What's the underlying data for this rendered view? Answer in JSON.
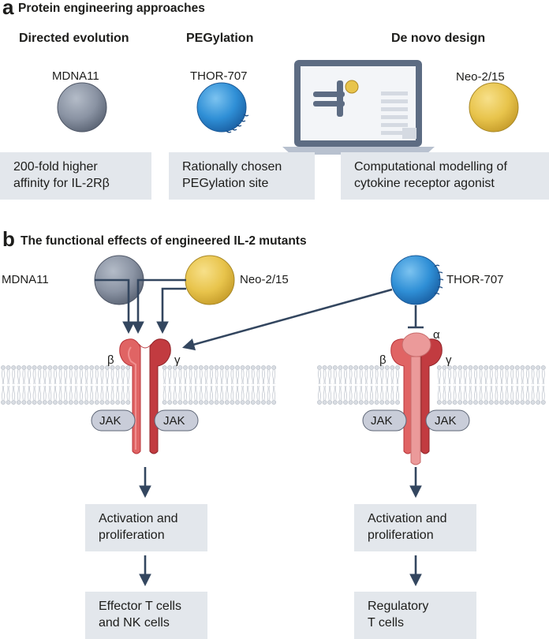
{
  "panel_a": {
    "letter": "a",
    "title": "Protein engineering approaches",
    "col1": {
      "heading": "Directed evolution",
      "label": "MDNA11",
      "box_line1": "200-fold higher",
      "box_line2": "affinity for IL-2Rβ"
    },
    "col2": {
      "heading": "PEGylation",
      "label": "THOR-707",
      "box_line1": "Rationally chosen",
      "box_line2": "PEGylation site"
    },
    "col3": {
      "heading": "De novo design",
      "label": "Neo-2/15",
      "box_line1": "Computational modelling of",
      "box_line2": "cytokine receptor agonist"
    }
  },
  "panel_b": {
    "letter": "b",
    "title": "The functional effects of engineered IL-2 mutants",
    "left": {
      "ligand1": "MDNA11",
      "ligand2": "Neo-2/15",
      "beta": "β",
      "gamma": "γ",
      "jak1": "JAK",
      "jak2": "JAK",
      "box1_line1": "Activation and",
      "box1_line2": "proliferation",
      "box2_line1": "Effector T cells",
      "box2_line2": "and NK cells"
    },
    "right": {
      "ligand": "THOR-707",
      "alpha": "α",
      "beta": "β",
      "gamma": "γ",
      "jak1": "JAK",
      "jak2": "JAK",
      "box1_line1": "Activation and",
      "box1_line2": "proliferation",
      "box2_line1": "Regulatory",
      "box2_line2": "T cells"
    }
  },
  "colors": {
    "grey_ball": "#8a93a3",
    "blue_ball": "#2f8fd6",
    "yellow_ball": "#e8c44c",
    "receptor_red": "#d95252",
    "receptor_dark": "#b52f34",
    "alpha_pink": "#eb9a9a",
    "arrow": "#33465f",
    "box_fill": "#e3e7ec",
    "jak_fill": "#c9cdd9"
  }
}
